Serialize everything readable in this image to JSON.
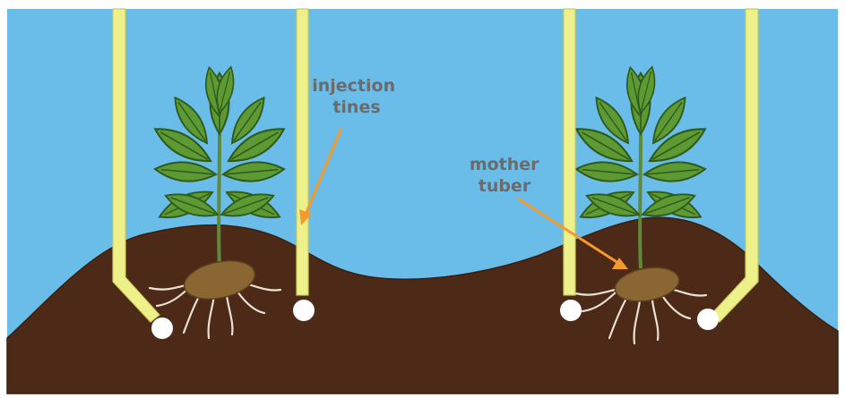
{
  "diagram": {
    "labels": {
      "injection_line1": "injection",
      "injection_line2": "tines",
      "mother_line1": "mother",
      "mother_line2": "tuber"
    },
    "colors": {
      "sky": "#6bbde9",
      "soil": "#4d2a18",
      "soil_dark": "#3a1f10",
      "tine": "#eef08a",
      "tine_edge": "#c9cb5c",
      "arrow": "#f39a2b",
      "label_text": "#6b6b6b",
      "injection_point": "#ffffff",
      "leaf": "#5e9a33",
      "leaf_dark": "#2e5a1b",
      "tuber": "#8a6632",
      "root": "#e8e2d4"
    }
  }
}
